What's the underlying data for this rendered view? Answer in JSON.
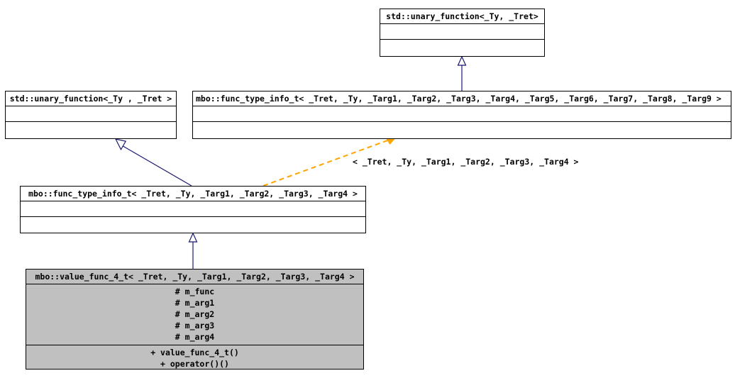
{
  "diagram": {
    "kind": "uml-class-inheritance-diagram",
    "colors": {
      "box_fill": "#ffffff",
      "highlight_box_fill": "#c0c0c0",
      "box_border": "#000000",
      "inheritance_edge": "#191970",
      "template_instantiation_edge": "#ffa500",
      "text": "#000000"
    },
    "classes": [
      {
        "id": "std-unary-function-top",
        "title": "std::unary_function<_Ty, _Tret>",
        "attributes": [],
        "operations": [],
        "highlighted": false
      },
      {
        "id": "std-unary-function-left",
        "title": "std::unary_function<_Ty , _Tret >",
        "attributes": [],
        "operations": [],
        "highlighted": false
      },
      {
        "id": "mbo-func-type-info-t-9",
        "title": "mbo::func_type_info_t< _Tret, _Ty, _Targ1, _Targ2, _Targ3, _Targ4, _Targ5, _Targ6, _Targ7, _Targ8, _Targ9 >",
        "attributes": [],
        "operations": [],
        "highlighted": false
      },
      {
        "id": "mbo-func-type-info-t-4",
        "title": "mbo::func_type_info_t< _Tret, _Ty, _Targ1, _Targ2, _Targ3, _Targ4 >",
        "attributes": [],
        "operations": [],
        "highlighted": false
      },
      {
        "id": "mbo-value-func-4-t",
        "title": "mbo::value_func_4_t< _Tret, _Ty, _Targ1, _Targ2, _Targ3, _Targ4 >",
        "attributes": [
          "# m_func",
          "# m_arg1",
          "# m_arg2",
          "# m_arg3",
          "# m_arg4"
        ],
        "operations": [
          "+ value_func_4_t()",
          "+ operator()()"
        ],
        "highlighted": true
      }
    ],
    "edges": [
      {
        "id": "edge-inheritance-top",
        "type": "inheritance",
        "from": "mbo-func-type-info-t-9",
        "to": "std-unary-function-top",
        "label": ""
      },
      {
        "id": "edge-inheritance-left",
        "type": "inheritance",
        "from": "mbo-func-type-info-t-4",
        "to": "std-unary-function-left",
        "label": ""
      },
      {
        "id": "edge-inheritance-bottom",
        "type": "inheritance",
        "from": "mbo-value-func-4-t",
        "to": "mbo-func-type-info-t-4",
        "label": ""
      },
      {
        "id": "edge-template-instantiation",
        "type": "template-instantiation",
        "from": "mbo-func-type-info-t-4",
        "to": "mbo-func-type-info-t-9",
        "label": "< _Tret, _Ty, _Targ1, _Targ2, _Targ3, _Targ4 >"
      }
    ]
  }
}
